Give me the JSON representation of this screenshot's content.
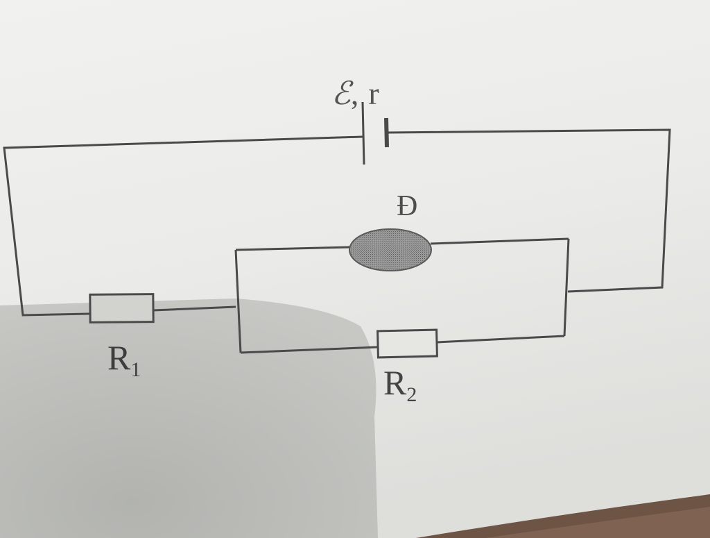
{
  "diagram": {
    "battery_label": {
      "emf": "ℰ",
      "sep": ",",
      "internal": "r"
    },
    "lamp_label": "Đ",
    "r1_label": {
      "main": "R",
      "sub": "1"
    },
    "r2_label": {
      "main": "R",
      "sub": "2"
    }
  },
  "colors": {
    "ink": "#4a4a4a",
    "paper_light": "#efefed",
    "paper_shadow": "#b9bab6",
    "lamp_fill": "#8e8e8e",
    "table_edge": "#6b4e3a"
  }
}
